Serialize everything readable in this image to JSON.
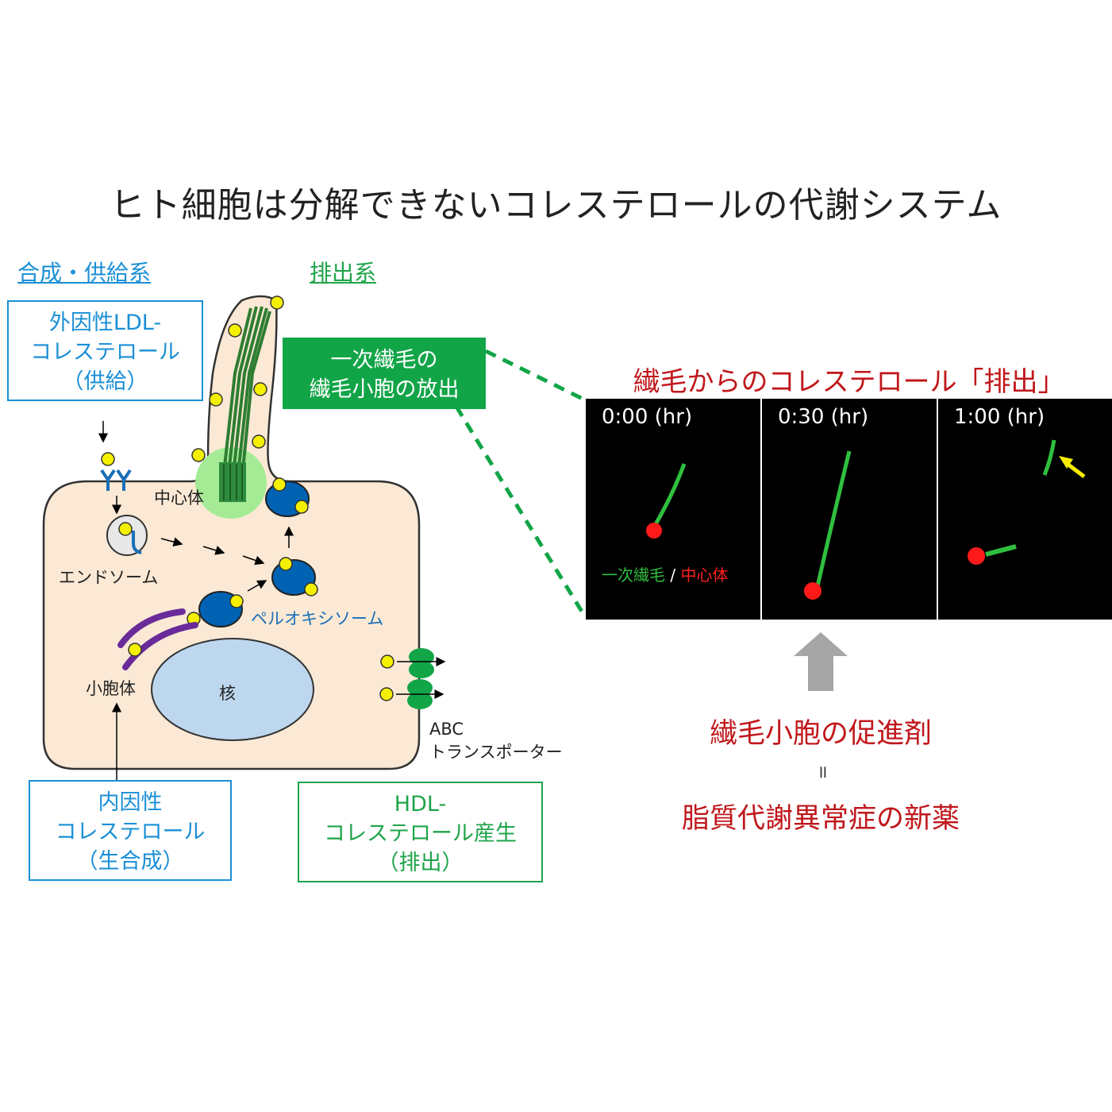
{
  "title": "ヒト細胞は分解できないコレステロールの代謝システム",
  "sections": {
    "supply": "合成・供給系",
    "excretion": "排出系"
  },
  "boxes": {
    "exogenous": [
      "外因性LDL-",
      "コレステロール",
      "（供給）"
    ],
    "endogenous": [
      "内因性",
      "コレステロール",
      "（生合成）"
    ],
    "hdl": [
      "HDL-",
      "コレステロール産生",
      "（排出）"
    ],
    "cilia_release": [
      "一次繊毛の",
      "繊毛小胞の放出"
    ]
  },
  "cell_labels": {
    "centrosome": "中心体",
    "endosome": "エンドソーム",
    "peroxisome": "ペルオキシソーム",
    "er": "小胞体",
    "nucleus": "核",
    "abc_line1": "ABC",
    "abc_line2": "トランスポーター"
  },
  "micrograph": {
    "heading": "繊毛からのコレステロール「排出」",
    "times": [
      "0:00 (hr)",
      "0:30 (hr)",
      "1:00 (hr)"
    ],
    "legend_cilium": "一次繊毛",
    "legend_sep": " / ",
    "legend_centrosome": "中心体"
  },
  "conclusion": {
    "promoter": "繊毛小胞の促進剤",
    "equals": "॥",
    "drug": "脂質代謝異常症の新薬"
  },
  "colors": {
    "blue_text": "#1a8fd6",
    "green_text": "#1fa44a",
    "green_box": "#12a548",
    "red_text": "#c0171b",
    "cell_fill": "#fbe9d5",
    "organelle_blue": "#0062b3",
    "vesicle_yellow": "#f4f000",
    "nucleus_fill": "#bdd7ee"
  }
}
